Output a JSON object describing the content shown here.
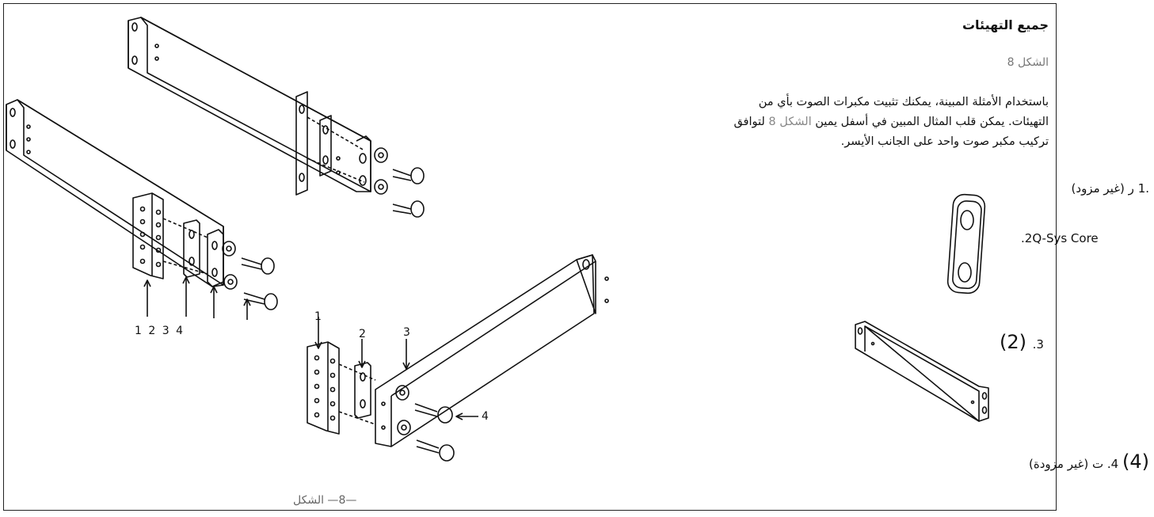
{
  "heading": "جميع التهيئات",
  "figure_ref": "الشكل 8",
  "paragraph": {
    "line1": "باستخدام الأمثلة المبينة، يمكنك تثبيت مكبرات الصوت بأي من",
    "line2_a": "التهيئات. يمكن قلب المثال المبين في أسفل يمين ",
    "line2_link": "الشكل 8",
    "line2_b": " لتوافق",
    "line3": "تركيب مكبر صوت واحد على الجانب الأيسر."
  },
  "parts_list": [
    {
      "number": "1.",
      "text": "ر (غير مزود)"
    },
    {
      "number": ".2",
      "text": "Q-Sys Core"
    },
    {
      "number": ".3",
      "text": "(2)"
    },
    {
      "number": ".4",
      "text": "(4)",
      "note": "ت (غير مزودة)"
    }
  ],
  "figure_caption": "—8— الشكل",
  "callouts": {
    "top_left": "1 2 3 4",
    "bottom_1": "1",
    "bottom_2": "2",
    "bottom_3": "3",
    "bottom_4": "4"
  }
}
